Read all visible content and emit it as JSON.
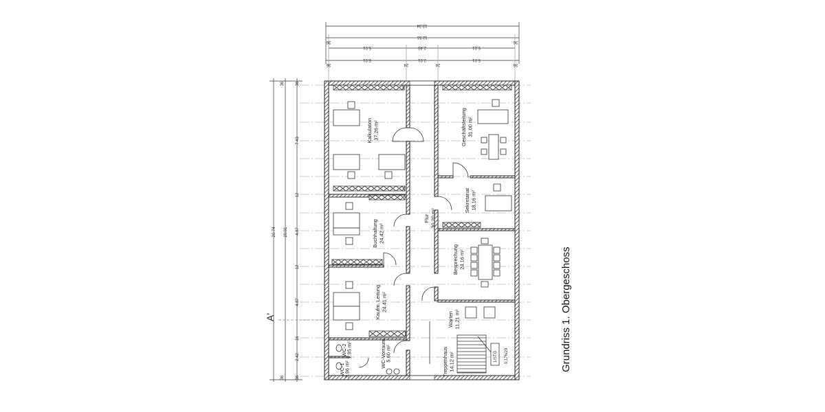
{
  "title": "Grundriss 1. Obergeschoss",
  "section_marker": "A'",
  "dimensions": {
    "top_total": "13.34",
    "top_inner": "12.51",
    "top_row3": [
      "5.01",
      "2.49",
      "5.01"
    ],
    "top_row4": [
      "36",
      "5.01",
      "24",
      "2.01",
      "24",
      "5.01",
      "36"
    ],
    "top_row2_edges": [
      "36",
      "36"
    ],
    "left_total": "20.74",
    "left_inner": "20.01",
    "left_segments": [
      "36",
      "7.43",
      "12",
      "4.87",
      "12",
      "4.87",
      "16",
      "2.42",
      "36"
    ],
    "left_row2_edges": [
      "36",
      "36"
    ]
  },
  "rooms": [
    {
      "name": "Kalkulation",
      "area": "37.26 m²"
    },
    {
      "name": "Geschäftsleitung",
      "area": "31.00 m²"
    },
    {
      "name": "Sekretariat",
      "area": "18.16 m²"
    },
    {
      "name": "Flur",
      "area": "30.20 m²"
    },
    {
      "name": "Buchhaltung",
      "area": "24.42 m²"
    },
    {
      "name": "Besprechung",
      "area": "24.16 m²"
    },
    {
      "name": "Kaufm. Leitung",
      "area": "24.41 m²"
    },
    {
      "name": "Warten",
      "area": "11.21 m²"
    },
    {
      "name": "Treppenhaus",
      "area": "14.12 m²"
    },
    {
      "name": "WC-Vorraum",
      "area": "5.60 m²"
    },
    {
      "name": "WC-2",
      "area": "1.95 m²"
    },
    {
      "name": "WC-1",
      "area": "3.96 m²"
    }
  ],
  "stair": {
    "label": "1/STG",
    "ratio": "0.176/29"
  }
}
